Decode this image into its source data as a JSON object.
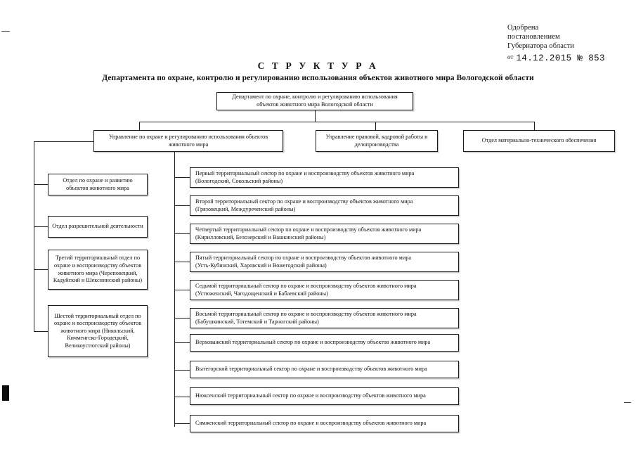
{
  "approval": {
    "line1": "Одобрена",
    "line2": "постановлением",
    "line3": "Губернатора области",
    "prefix": "от",
    "decree": "14.12.2015 № 853"
  },
  "title": {
    "main": "С Т Р У К Т У Р А",
    "subtitle": "Департамента по охране, контролю и регулированию использования объектов животного мира Вологодской области"
  },
  "root": {
    "label": "Департамент  по охране, контролю и  регулированию использования объектов животного мира Вологодской области"
  },
  "divisions": [
    {
      "label": "Управление по охране и регулированию использования объектов животного мира"
    },
    {
      "label": "Управление правовой, кадровой работы и делопроизводства"
    },
    {
      "label": "Отдел  материально-технического обеспечения"
    }
  ],
  "departments": [
    {
      "label": "Отдел по охране и развитию объектов животного мира"
    },
    {
      "label": "Отдел разрешительной деятельности"
    },
    {
      "label": "Третий территориальный отдел по охране и воспроизводству объектов животного мира (Череповецкий, Кадуйский и Шекснинский районы)"
    },
    {
      "label": "Шестой территориальный отдел по охране и воспроизводству объектов животного мира (Никольский, Кичменгско-Городецкий, Великоустюгский районы)"
    }
  ],
  "sectors": [
    {
      "line1": "Первый территориальный сектор по охране и воспроизводству объектов животного мира",
      "line2": "(Вологодский, Сокольский районы)"
    },
    {
      "line1": "Второй территориальный сектор по охране и воспроизводству объектов животного мира",
      "line2": "(Грязовецкий, Междуреченский районы)"
    },
    {
      "line1": "Четвертый территориальный сектор по охране и воспроизводству объектов животного мира",
      "line2": "(Кирилловский, Белозерский и Вашкинский районы)"
    },
    {
      "line1": "Пятый территориальный сектор по охране и воспроизводству объектов животного мира",
      "line2": "(Усть-Кубинский, Харовский и Вожегодский районы)"
    },
    {
      "line1": "Седьмой территориальный сектор по охране и воспроизводству объектов животного мира",
      "line2": "(Устюженский, Чагодощенский и Бабаевский районы)"
    },
    {
      "line1": "Восьмой территориальный сектор по охране и воспроизводству объектов животного мира",
      "line2": "(Бабушкинский, Тотемский и Тарногский районы)"
    },
    {
      "line1": "Верховажский территориальный сектор по охране и воспроизводству объектов животного мира",
      "line2": ""
    },
    {
      "line1": "Вытегорский территориальный сектор по охране и воспроизводству объектов животного мира",
      "line2": ""
    },
    {
      "line1": "Нюксенский территориальный сектор по охране и воспроизводству объектов животного мира",
      "line2": ""
    },
    {
      "line1": "Сямженский территориальный сектор по охране и воспроизводству объектов животного мира",
      "line2": ""
    }
  ]
}
